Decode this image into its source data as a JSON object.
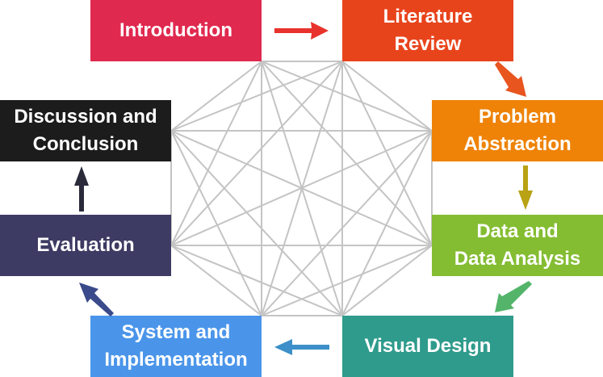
{
  "diagram": {
    "stages": [
      {
        "label": "Introduction",
        "color": "#e0294f"
      },
      {
        "label": "Literature\nReview",
        "color": "#e8441c"
      },
      {
        "label": "Problem\nAbstraction",
        "color": "#ee8307"
      },
      {
        "label": "Data and\nData Analysis",
        "color": "#84bd32"
      },
      {
        "label": "Visual Design",
        "color": "#2f9b8c"
      },
      {
        "label": "System and\nImplementation",
        "color": "#4a95ea"
      },
      {
        "label": "Evaluation",
        "color": "#3d3a63"
      },
      {
        "label": "Discussion and\nConclusion",
        "color": "#1c1c1c"
      }
    ],
    "mesh_color": "#c4c4c4",
    "arrow_colors": [
      "#e8322c",
      "#e8551f",
      "#b9a214",
      "#54b56a",
      "#3c8fc8",
      "#3a4a8a",
      "#2a2a3a"
    ]
  }
}
